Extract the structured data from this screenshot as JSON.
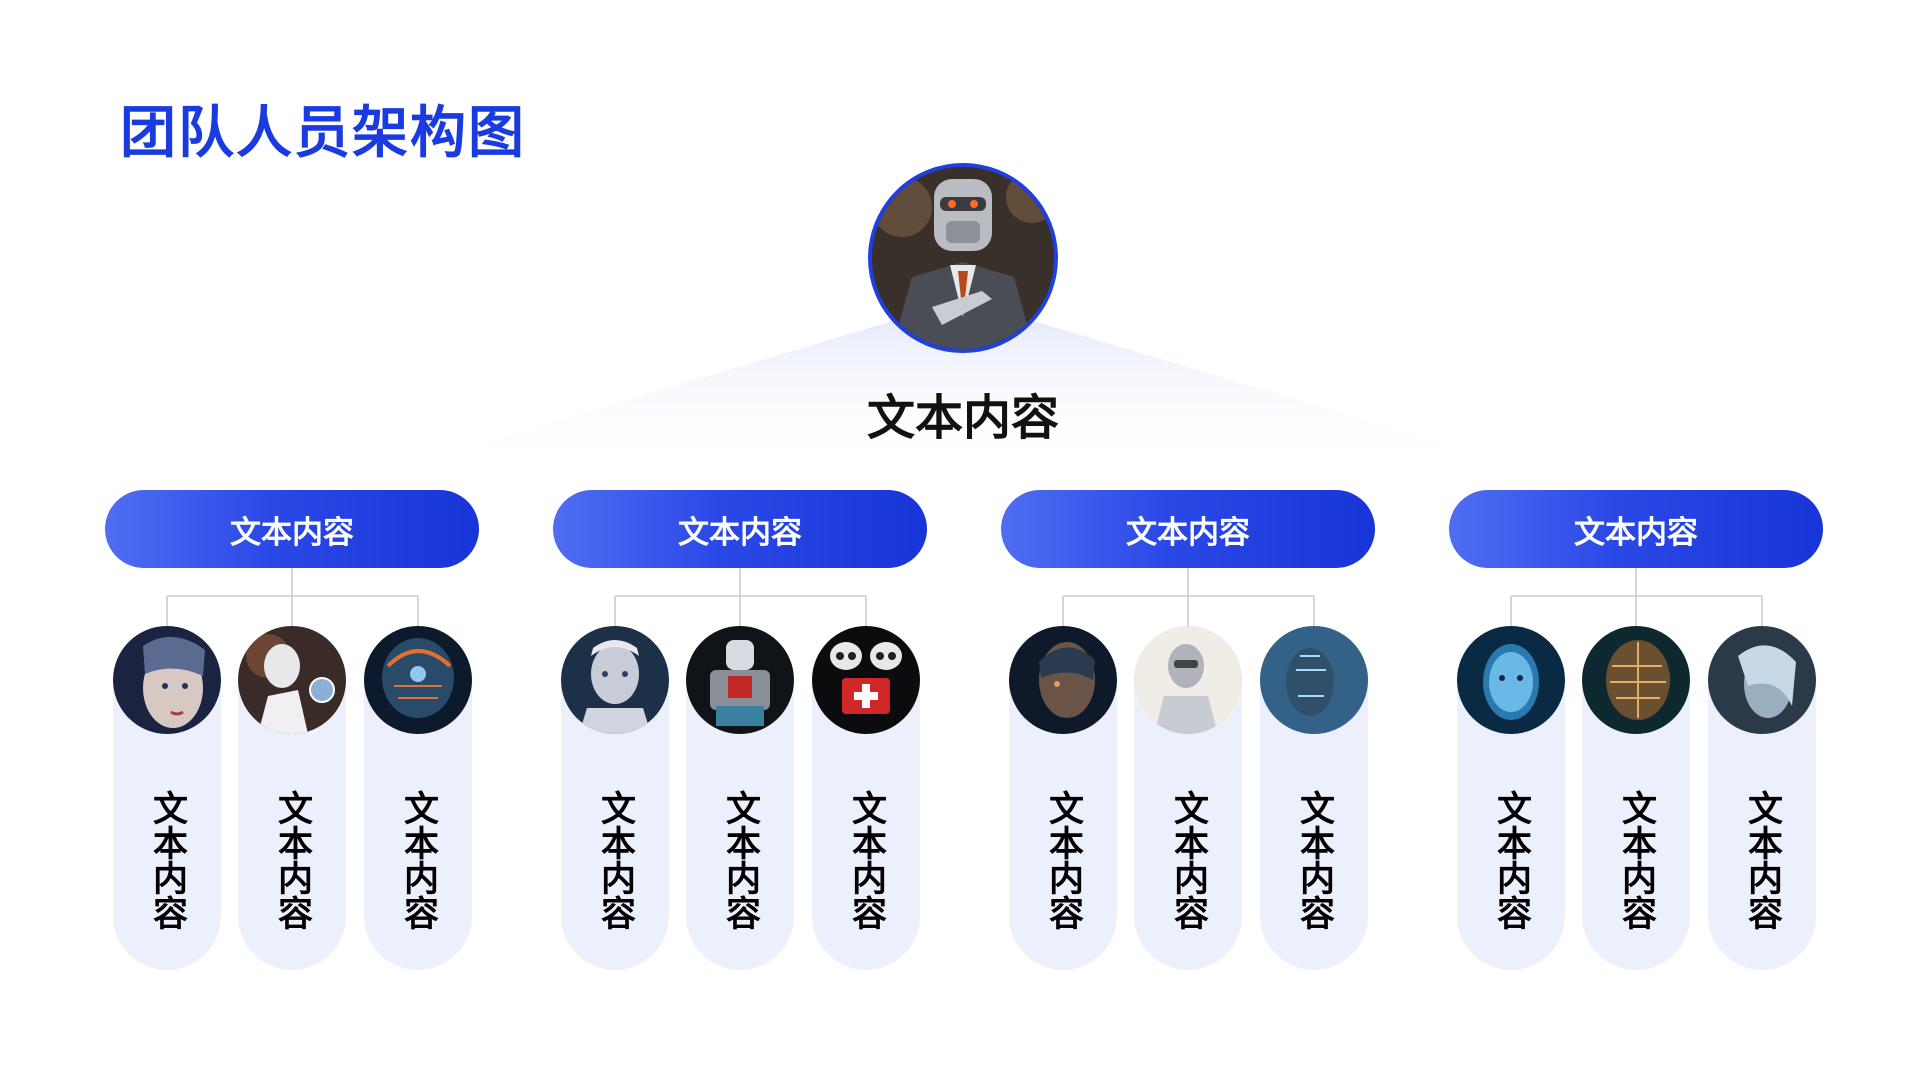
{
  "title": "团队人员架构图",
  "top": {
    "name": "文本内容",
    "avatar_icon": "robot-businessman-photo"
  },
  "groups": [
    {
      "label": "文本内容",
      "members": [
        {
          "name": "文本内容",
          "avatar_icon": "cyborg-woman-photo"
        },
        {
          "name": "文本内容",
          "avatar_icon": "white-robot-with-orb-photo"
        },
        {
          "name": "文本内容",
          "avatar_icon": "robot-head-circuits-photo"
        }
      ]
    },
    {
      "label": "文本内容",
      "members": [
        {
          "name": "文本内容",
          "avatar_icon": "android-man-photo"
        },
        {
          "name": "文本内容",
          "avatar_icon": "medical-robot-photo"
        },
        {
          "name": "文本内容",
          "avatar_icon": "two-robots-first-aid-photo"
        }
      ]
    },
    {
      "label": "文本内容",
      "members": [
        {
          "name": "文本内容",
          "avatar_icon": "cyborg-profile-photo"
        },
        {
          "name": "文本内容",
          "avatar_icon": "silver-android-photo"
        },
        {
          "name": "文本内容",
          "avatar_icon": "hologram-face-photo"
        }
      ]
    },
    {
      "label": "文本内容",
      "members": [
        {
          "name": "文本内容",
          "avatar_icon": "blue-ai-face-photo"
        },
        {
          "name": "文本内容",
          "avatar_icon": "golden-circuit-head-photo"
        },
        {
          "name": "文本内容",
          "avatar_icon": "crystal-woman-photo"
        }
      ]
    }
  ],
  "colors": {
    "accent": "#1a3be0",
    "header_gradient_start": "#4f6ef2",
    "header_gradient_end": "#1835d8",
    "column_bg": "#ecf0fd",
    "connector": "#c8c8c8"
  }
}
